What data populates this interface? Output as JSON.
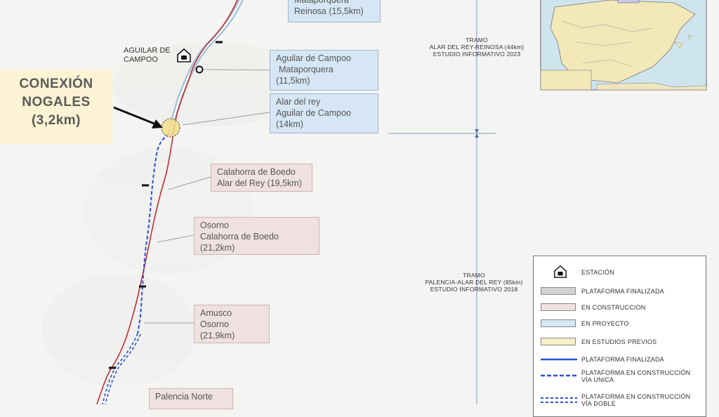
{
  "callout": {
    "line1": "CONEXIÓN",
    "line2": "NOGALES",
    "line3": "(3,2km)"
  },
  "stations": {
    "aguilar": {
      "line1": "AGUILAR DE",
      "line2": "CAMPOO",
      "icon": "station-icon"
    }
  },
  "segments": [
    {
      "line1": "Mataporquera",
      "line2": "Reinosa (15,5km)",
      "status": "en_proyecto"
    },
    {
      "line1": "Aguilar de Campoo",
      "line2": "Mataporquera",
      "line3": "(11,5km)",
      "status": "en_proyecto"
    },
    {
      "line1": "Alar del rey",
      "line2": "Aguilar de Campoo",
      "line3": "(14km)",
      "status": "en_proyecto"
    },
    {
      "line1": "Calahorra de Boedo",
      "line2": "Alar del Rey (19,5km)",
      "status": "en_construccion"
    },
    {
      "line1": "Osorno",
      "line2": "Calahorra de Boedo",
      "line3": "(21,2km)",
      "status": "en_construccion"
    },
    {
      "line1": "Amusco",
      "line2": "Osorno",
      "line3": "(21,9km)",
      "status": "en_construccion"
    },
    {
      "line1": "Palencia Norte",
      "status": "en_construccion"
    }
  ],
  "tramos": [
    {
      "line1": "TRAMO",
      "line2": "ALAR DEL REY-REINOSA (44km)",
      "line3": "ESTUDIO INFORMATIVO 2023"
    },
    {
      "line1": "TRAMO",
      "line2": "PALENCIA-ALAR DEL REY (85km)",
      "line3": "ESTUDIO INFORMATIVO 2018"
    }
  ],
  "legend": {
    "items": [
      {
        "label": "ESTACIÓN",
        "kind": "icon",
        "icon": "station-icon"
      },
      {
        "label": "PLATAFORMA FINALIZADA",
        "kind": "swatch",
        "color": "#d2d2d2"
      },
      {
        "label": "EN CONSTRUCCION",
        "kind": "swatch",
        "color": "#efe1df"
      },
      {
        "label": "EN PROYECTO",
        "kind": "swatch",
        "color": "#d6e6f4"
      },
      {
        "label": "EN ESTUDIOS PREVIOS",
        "kind": "swatch",
        "color": "#f8efc8"
      },
      {
        "label": "PLATAFORMA FINALIZADA",
        "kind": "line",
        "color": "#2a50d8"
      },
      {
        "label": "PLATAFORMA EN CONSTRUCCIÓN",
        "label2": "VÍA UNICA",
        "kind": "dashed",
        "color": "#2a50d8"
      },
      {
        "label": "PLATAFORMA EN CONSTRUCCIÓN",
        "label2": "VÍA DOBLE",
        "kind": "double-dashed",
        "color": "#2a50d8"
      }
    ]
  },
  "colors": {
    "rail_red": "#c0302f",
    "rail_blue": "#2a50d8",
    "river": "#9ec1d9",
    "accent_line": "#7e9cc2"
  }
}
